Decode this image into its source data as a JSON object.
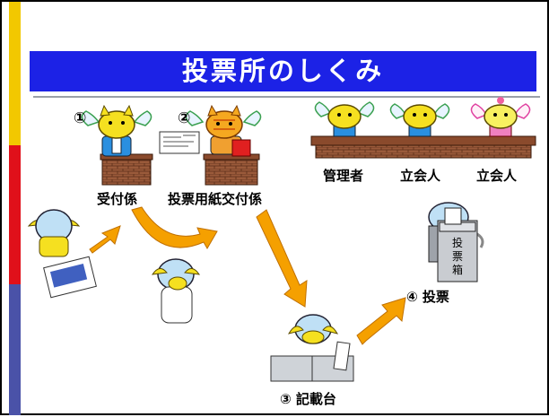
{
  "title": "投票所のしくみ",
  "colors": {
    "title_bg": "#1c22e6",
    "accent_top": "#f2c800",
    "accent_mid": "#e0101a",
    "accent_bottom": "#4a52a8",
    "arrow": "#f5a000"
  },
  "labels": {
    "step1_num": "①",
    "step2_num": "②",
    "reception": "受付係",
    "ballot_issuer": "投票用紙交付係",
    "manager": "管理者",
    "witness1": "立会人",
    "witness2": "立会人",
    "writing_desk": "③ 記載台",
    "voting": "④ 投票"
  },
  "ballot_box_text": [
    "投",
    "票",
    "箱"
  ],
  "icons": [
    "mascot-receptionist-icon",
    "mascot-ballot-issuer-icon",
    "mascot-manager-icon",
    "mascot-witness-icon",
    "voter-icon",
    "ballot-box-icon",
    "arrow-icon"
  ]
}
